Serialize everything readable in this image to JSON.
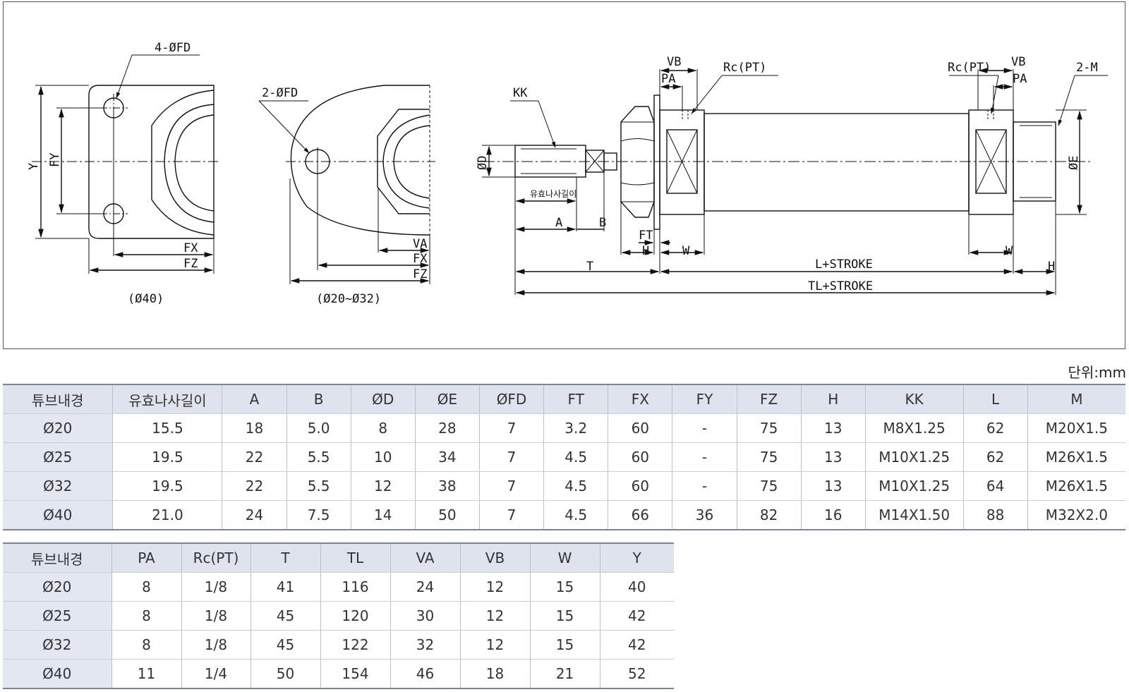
{
  "drawing": {
    "labels": {
      "fd4": "4-ØFD",
      "fd2": "2-ØFD",
      "y": "Y",
      "fy": "FY",
      "fx": "FX",
      "fz": "FZ",
      "va": "VA",
      "kk": "KK",
      "vb": "VB",
      "pa": "PA",
      "rc": "Rc(PT)",
      "m2": "2-M",
      "d": "ØD",
      "e": "ØE",
      "thread_length": "유효나사길이",
      "a": "A",
      "b": "B",
      "ft": "FT",
      "h": "H",
      "w": "W",
      "t": "T",
      "l_stroke": "L+STROKE",
      "tl_stroke": "TL+STROKE"
    },
    "captions": {
      "left": "(Ø40)",
      "middle": "(Ø20~Ø32)"
    }
  },
  "unit_label": "단위:mm",
  "table1": {
    "headers": [
      "튜브내경",
      "유효나사길이",
      "A",
      "B",
      "ØD",
      "ØE",
      "ØFD",
      "FT",
      "FX",
      "FY",
      "FZ",
      "H",
      "KK",
      "L",
      "M"
    ],
    "rows": [
      [
        "Ø20",
        "15.5",
        "18",
        "5.0",
        "8",
        "28",
        "7",
        "3.2",
        "60",
        "-",
        "75",
        "13",
        "M8X1.25",
        "62",
        "M20X1.5"
      ],
      [
        "Ø25",
        "19.5",
        "22",
        "5.5",
        "10",
        "34",
        "7",
        "4.5",
        "60",
        "-",
        "75",
        "13",
        "M10X1.25",
        "62",
        "M26X1.5"
      ],
      [
        "Ø32",
        "19.5",
        "22",
        "5.5",
        "12",
        "38",
        "7",
        "4.5",
        "60",
        "-",
        "75",
        "13",
        "M10X1.25",
        "64",
        "M26X1.5"
      ],
      [
        "Ø40",
        "21.0",
        "24",
        "7.5",
        "14",
        "50",
        "7",
        "4.5",
        "66",
        "36",
        "82",
        "16",
        "M14X1.50",
        "88",
        "M32X2.0"
      ]
    ]
  },
  "table2": {
    "headers": [
      "튜브내경",
      "PA",
      "Rc(PT)",
      "T",
      "TL",
      "VA",
      "VB",
      "W",
      "Y"
    ],
    "rows": [
      [
        "Ø20",
        "8",
        "1/8",
        "41",
        "116",
        "24",
        "12",
        "15",
        "40"
      ],
      [
        "Ø25",
        "8",
        "1/8",
        "45",
        "120",
        "30",
        "12",
        "15",
        "42"
      ],
      [
        "Ø32",
        "8",
        "1/8",
        "45",
        "122",
        "32",
        "12",
        "15",
        "42"
      ],
      [
        "Ø40",
        "11",
        "1/4",
        "50",
        "154",
        "46",
        "18",
        "21",
        "52"
      ]
    ]
  }
}
